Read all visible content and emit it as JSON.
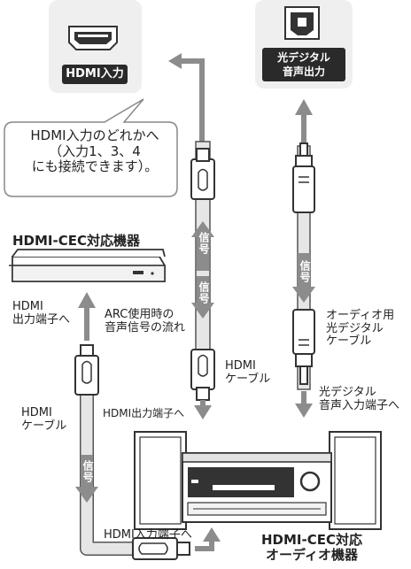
{
  "callout": {
    "text": "HDMI入力のどれかへ\n（入力1、3、4\nにも接続できます）。"
  },
  "tv_port": {
    "label": "HDMI入力"
  },
  "optical_port": {
    "label": "光デジタル\n音声出力"
  },
  "cec_device": {
    "title": "HDMI-CEC対応機器"
  },
  "labels": {
    "hdmi_out_terminal": "HDMI\n出力端子へ",
    "arc_flow": "ARC使用時の\n音声信号の流れ",
    "hdmi_cable_center": "HDMI\nケーブル",
    "hdmi_cable_left": "HDMI\nケーブル",
    "optical_cable": "オーディオ用\n光デジタル\nケーブル",
    "optical_in_terminal": "光デジタル\n音声入力端子へ",
    "hdmi_out_to_audio": "HDMI出力端子へ",
    "hdmi_in_terminal": "HDMI入力端子へ",
    "signal": "信号"
  },
  "audio_device": {
    "title": "HDMI-CEC対応\nオーディオ機器"
  },
  "colors": {
    "arrow": "#8c8c8c",
    "badge": "#2a2a2a",
    "cable": "#e6e6e6",
    "panel": "#efefef"
  }
}
